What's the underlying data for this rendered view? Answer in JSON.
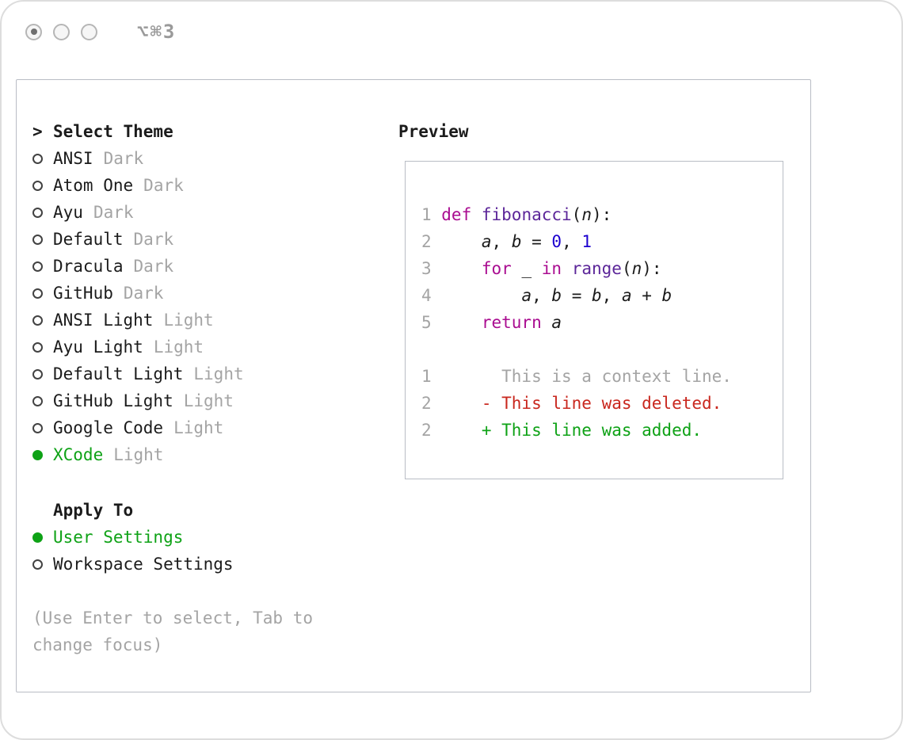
{
  "window": {
    "shortcut": "⌥⌘3"
  },
  "colors": {
    "text": "#1b1b1b",
    "muted": "#a4a4a4",
    "green": "#0ea216",
    "red": "#c9271e",
    "keyword": "#aa0d91",
    "function": "#5c2699",
    "number": "#1c00cf",
    "border": "#b9bdc5"
  },
  "theme_selector": {
    "prompt_char": ">",
    "title": "Select Theme",
    "items": [
      {
        "name": "ANSI",
        "variant": "Dark",
        "selected": false
      },
      {
        "name": "Atom One",
        "variant": "Dark",
        "selected": false
      },
      {
        "name": "Ayu",
        "variant": "Dark",
        "selected": false
      },
      {
        "name": "Default",
        "variant": "Dark",
        "selected": false
      },
      {
        "name": "Dracula",
        "variant": "Dark",
        "selected": false
      },
      {
        "name": "GitHub",
        "variant": "Dark",
        "selected": false
      },
      {
        "name": "ANSI Light",
        "variant": "Light",
        "selected": false
      },
      {
        "name": "Ayu Light",
        "variant": "Light",
        "selected": false
      },
      {
        "name": "Default Light",
        "variant": "Light",
        "selected": false
      },
      {
        "name": "GitHub Light",
        "variant": "Light",
        "selected": false
      },
      {
        "name": "Google Code",
        "variant": "Light",
        "selected": false
      },
      {
        "name": "XCode",
        "variant": "Light",
        "selected": true
      }
    ],
    "apply_to": {
      "title": "Apply To",
      "options": [
        {
          "label": "User Settings",
          "selected": true
        },
        {
          "label": "Workspace Settings",
          "selected": false
        }
      ]
    },
    "hint": "(Use Enter to select, Tab to change focus)"
  },
  "preview": {
    "title": "Preview",
    "code_lines": [
      {
        "num": "1",
        "tokens": [
          {
            "text": "def",
            "cls": "kw"
          },
          {
            "text": " ",
            "cls": "pl"
          },
          {
            "text": "fibonacci",
            "cls": "fn"
          },
          {
            "text": "(",
            "cls": "pl"
          },
          {
            "text": "n",
            "cls": "id"
          },
          {
            "text": "):",
            "cls": "pl"
          }
        ]
      },
      {
        "num": "2",
        "tokens": [
          {
            "text": "    ",
            "cls": "pl"
          },
          {
            "text": "a",
            "cls": "id"
          },
          {
            "text": ", ",
            "cls": "pl"
          },
          {
            "text": "b",
            "cls": "id"
          },
          {
            "text": " = ",
            "cls": "pl"
          },
          {
            "text": "0",
            "cls": "nu"
          },
          {
            "text": ", ",
            "cls": "pl"
          },
          {
            "text": "1",
            "cls": "nu"
          }
        ]
      },
      {
        "num": "3",
        "tokens": [
          {
            "text": "    ",
            "cls": "pl"
          },
          {
            "text": "for",
            "cls": "kw"
          },
          {
            "text": " ",
            "cls": "pl"
          },
          {
            "text": "_",
            "cls": "id"
          },
          {
            "text": " ",
            "cls": "pl"
          },
          {
            "text": "in",
            "cls": "kw"
          },
          {
            "text": " ",
            "cls": "pl"
          },
          {
            "text": "range",
            "cls": "fn"
          },
          {
            "text": "(",
            "cls": "pl"
          },
          {
            "text": "n",
            "cls": "id"
          },
          {
            "text": "):",
            "cls": "pl"
          }
        ]
      },
      {
        "num": "4",
        "tokens": [
          {
            "text": "        ",
            "cls": "pl"
          },
          {
            "text": "a",
            "cls": "id"
          },
          {
            "text": ", ",
            "cls": "pl"
          },
          {
            "text": "b",
            "cls": "id"
          },
          {
            "text": " = ",
            "cls": "pl"
          },
          {
            "text": "b",
            "cls": "id"
          },
          {
            "text": ", ",
            "cls": "pl"
          },
          {
            "text": "a",
            "cls": "id"
          },
          {
            "text": " + ",
            "cls": "pl"
          },
          {
            "text": "b",
            "cls": "id"
          }
        ]
      },
      {
        "num": "5",
        "tokens": [
          {
            "text": "    ",
            "cls": "pl"
          },
          {
            "text": "return",
            "cls": "kw"
          },
          {
            "text": " ",
            "cls": "pl"
          },
          {
            "text": "a",
            "cls": "id"
          }
        ]
      }
    ],
    "diff_lines": [
      {
        "num": "1",
        "tokens": [
          {
            "text": "      This is a context line.",
            "cls": "ctx"
          }
        ]
      },
      {
        "num": "2",
        "tokens": [
          {
            "text": "    ",
            "cls": "pl"
          },
          {
            "text": "- This line was deleted.",
            "cls": "del"
          }
        ]
      },
      {
        "num": "2",
        "tokens": [
          {
            "text": "    ",
            "cls": "pl"
          },
          {
            "text": "+ This line was added.",
            "cls": "add"
          }
        ]
      }
    ]
  }
}
